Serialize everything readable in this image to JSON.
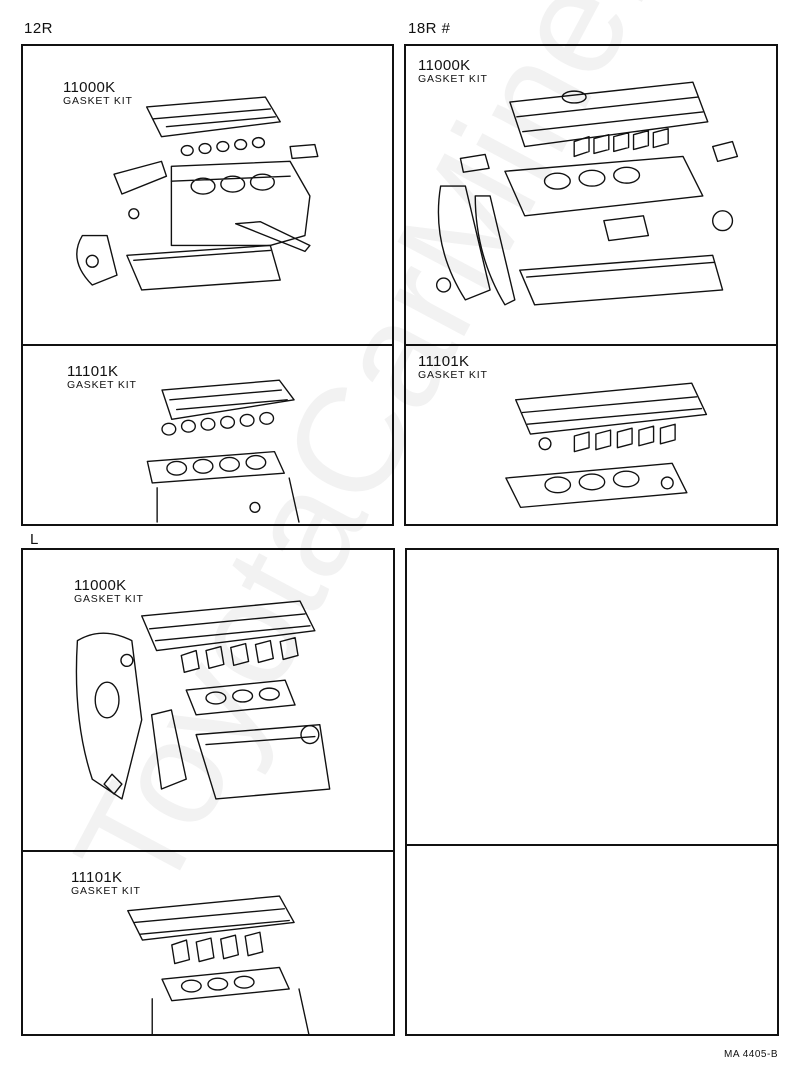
{
  "watermark": "ToyotaCarMine.ru",
  "footer_code": "MA 4405-B",
  "sections": [
    {
      "engine": "12R",
      "top": {
        "part_no": "11000K",
        "part_name": "GASKET KIT"
      },
      "bottom": {
        "part_no": "11101K",
        "part_name": "GASKET KIT"
      }
    },
    {
      "engine": "18R #",
      "top": {
        "part_no": "11000K",
        "part_name": "GASKET KIT"
      },
      "bottom": {
        "part_no": "11101K",
        "part_name": "GASKET KIT"
      }
    },
    {
      "engine": "L",
      "top": {
        "part_no": "11000K",
        "part_name": "GASKET KIT"
      },
      "bottom": {
        "part_no": "11101K",
        "part_name": "GASKET KIT"
      }
    }
  ]
}
